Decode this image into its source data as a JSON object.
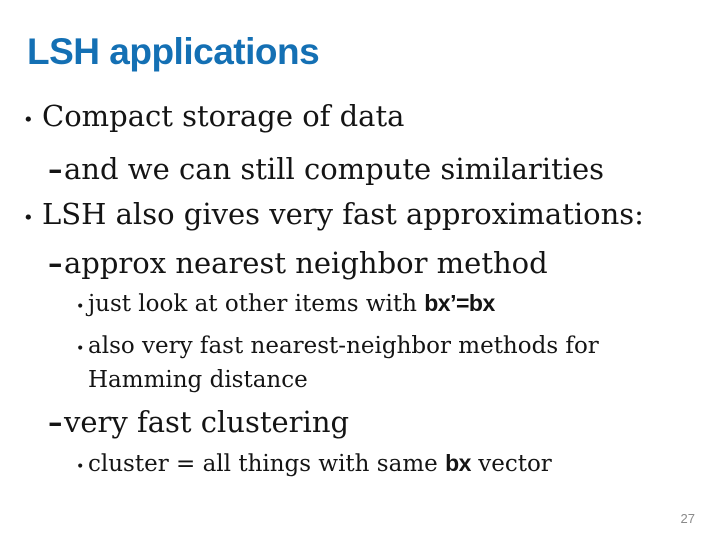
{
  "slide": {
    "title": "LSH applications",
    "page_number": "27",
    "colors": {
      "title_blue": "#1470b4",
      "body_text": "#141414",
      "page_number_gray": "#8a8a8a",
      "background": "#ffffff"
    }
  },
  "content": {
    "lines": [
      {
        "level": 1,
        "marker": "•",
        "text": "Compact storage of data"
      },
      {
        "level": 2,
        "marker": "–",
        "text": "and we can still compute similarities"
      },
      {
        "level": 1,
        "marker": "•",
        "text": "LSH also gives very fast approximations:"
      },
      {
        "level": 2,
        "marker": "–",
        "text": "approx nearest neighbor method"
      },
      {
        "level": 3,
        "marker": "•",
        "pre": "just look at other items with ",
        "code": "bx’=bx"
      },
      {
        "level": 3,
        "marker": "•",
        "line1": "also very fast nearest-neighbor methods for",
        "line2": "Hamming distance"
      },
      {
        "level": 2,
        "marker": "–",
        "text": "very fast clustering"
      },
      {
        "level": 3,
        "marker": "•",
        "pre": "cluster = all things with same ",
        "code": "bx",
        "post": " vector"
      }
    ]
  }
}
